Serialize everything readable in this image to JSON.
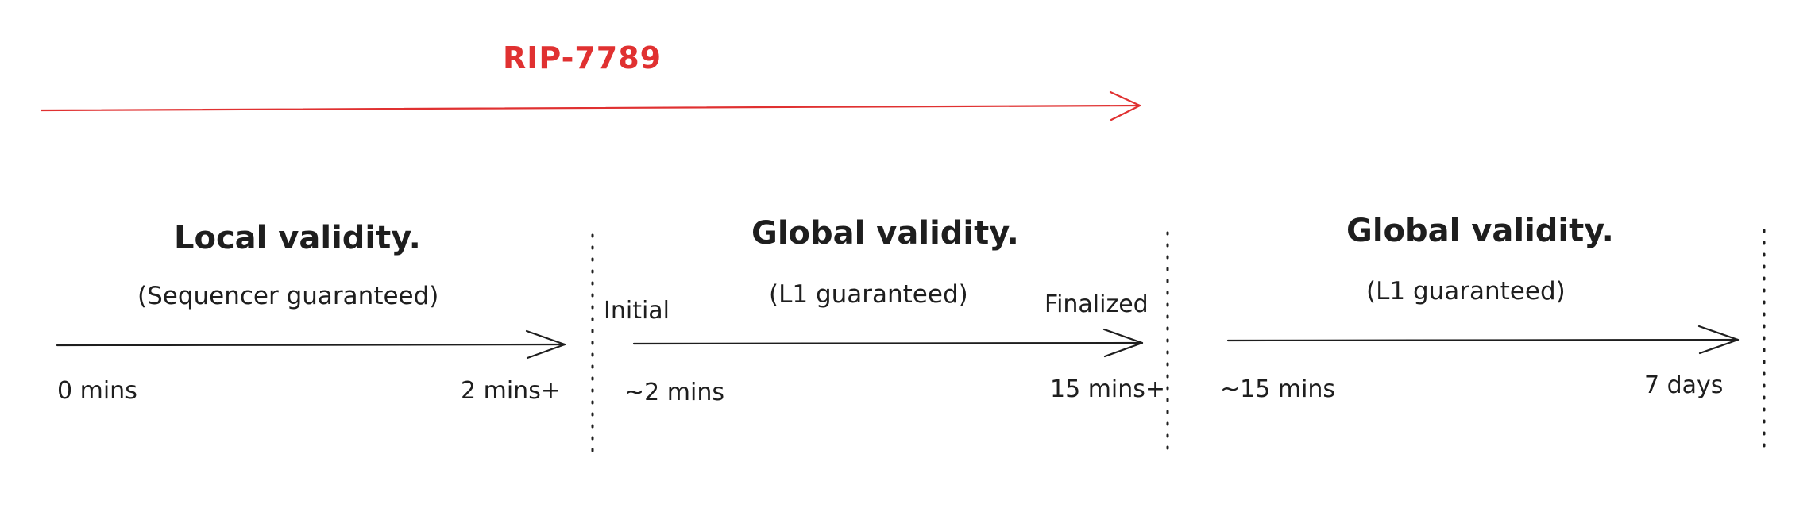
{
  "rip": {
    "label": "RIP-7789",
    "color": "#e03131"
  },
  "line_color": "#1e1e1e",
  "phases": [
    {
      "heading": "Local validity.",
      "subheading": "(Sequencer guaranteed)",
      "start_label": "0 mins",
      "end_label": "2 mins+"
    },
    {
      "heading": "Global validity.",
      "subheading": "(L1 guaranteed)",
      "start_marker": "Initial",
      "end_marker": "Finalized",
      "start_label": "~2 mins",
      "end_label": "15 mins+"
    },
    {
      "heading": "Global validity.",
      "subheading": "(L1 guaranteed)",
      "start_label": "~15 mins",
      "end_label": "7 days"
    }
  ]
}
